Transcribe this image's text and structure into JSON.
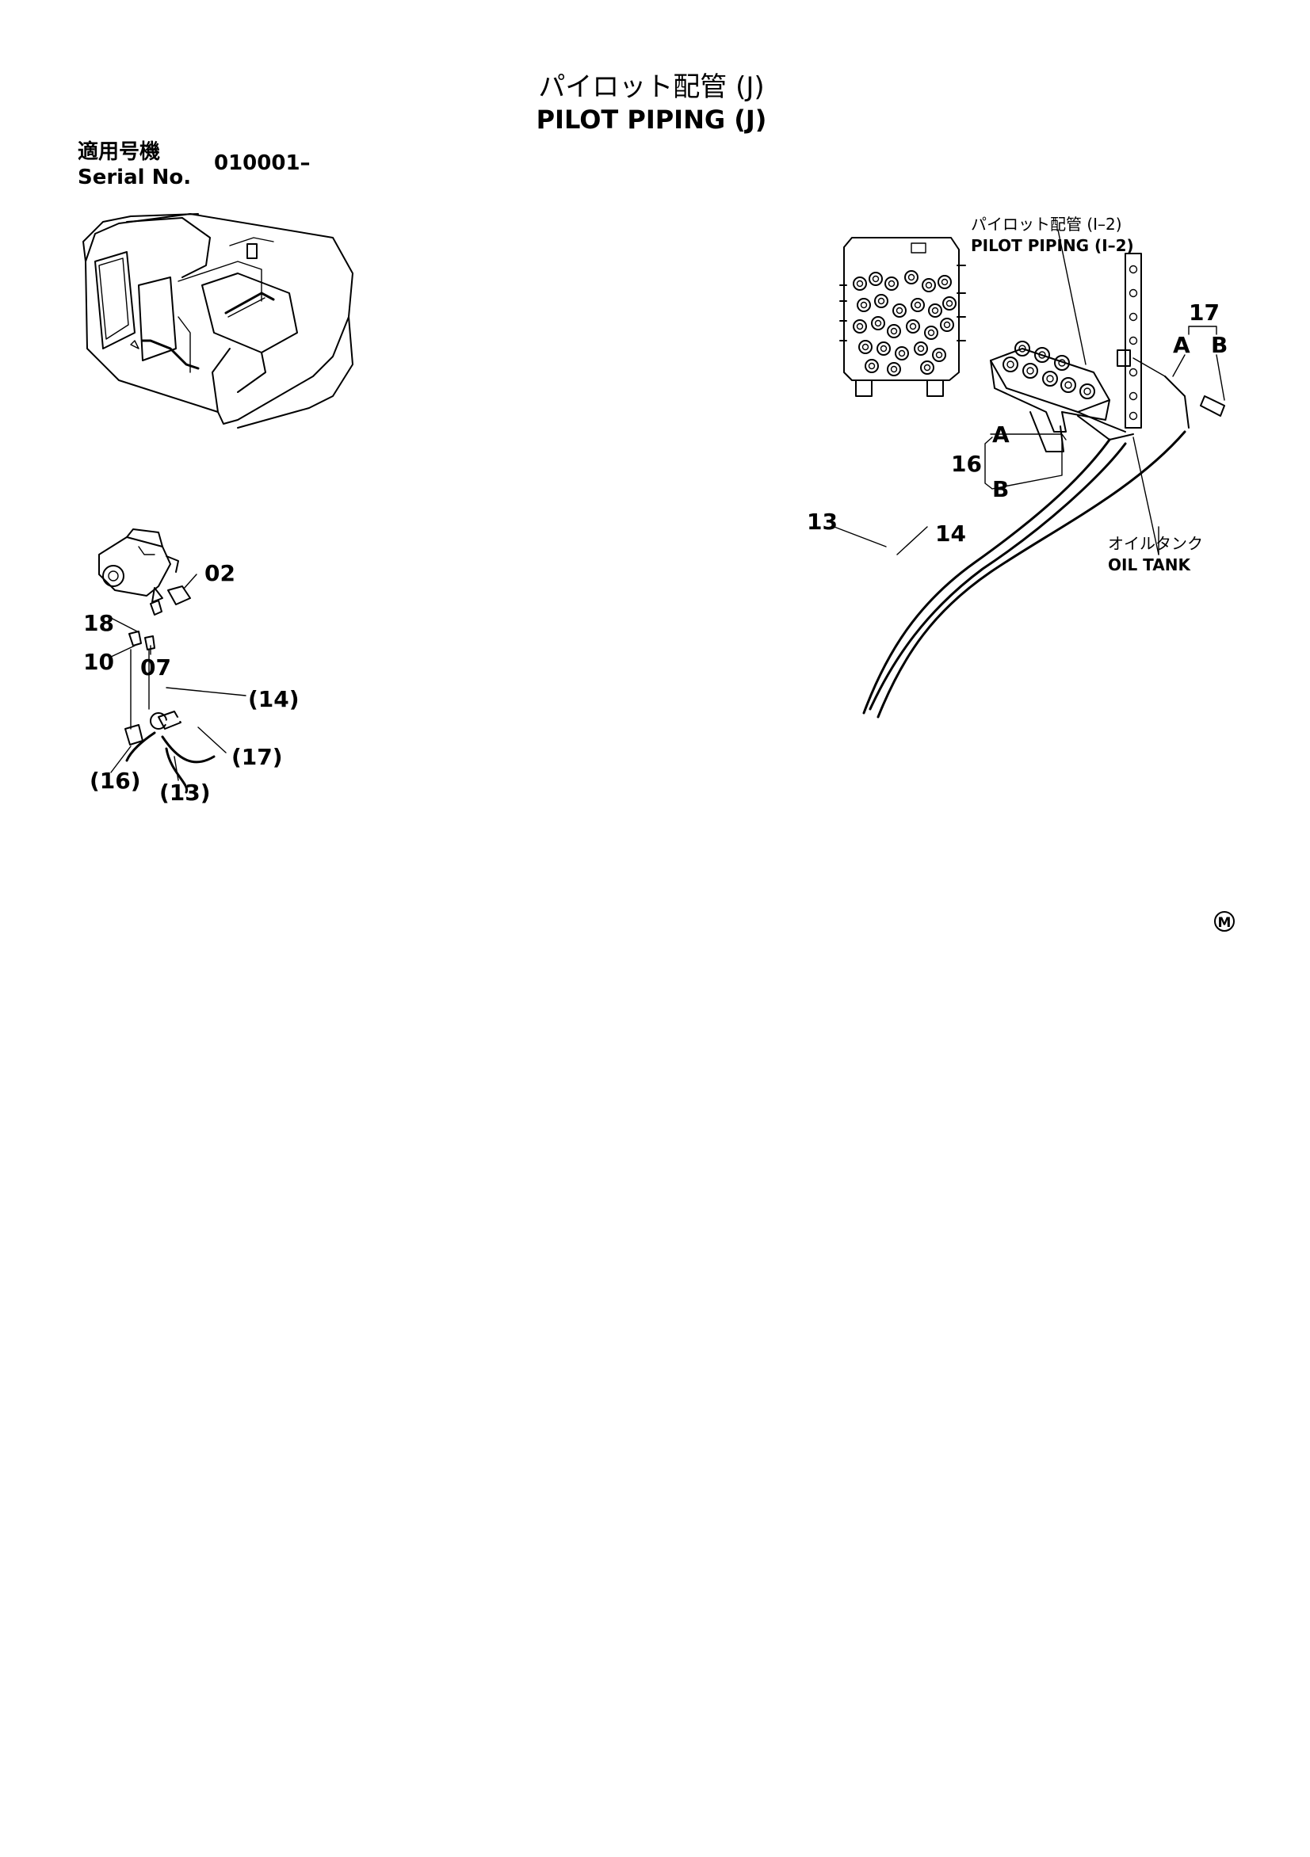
{
  "header": {
    "title_ja": "パイロット配管 (J)",
    "title_en": "PILOT PIPING (J)",
    "serial_label_ja": "適用号機",
    "serial_label_en": "Serial No.",
    "serial_value": "010001–"
  },
  "callouts": {
    "ref_ja": "パイロット配管 (I–2)",
    "ref_en": "PILOT PIPING (I–2)",
    "tank_ja": "オイルタンク",
    "tank_en": "OIL TANK",
    "c17": "17",
    "c17_a": "A",
    "c17_b": "B",
    "c16": "16",
    "c16_a": "A",
    "c16_b": "B",
    "c13": "13",
    "c14": "14",
    "c02": "02",
    "c18": "18",
    "c10": "10",
    "c07": "07",
    "c14p": "(14)",
    "c17p": "(17)",
    "c16p": "(16)",
    "c13p": "(13)",
    "mark": "M"
  }
}
